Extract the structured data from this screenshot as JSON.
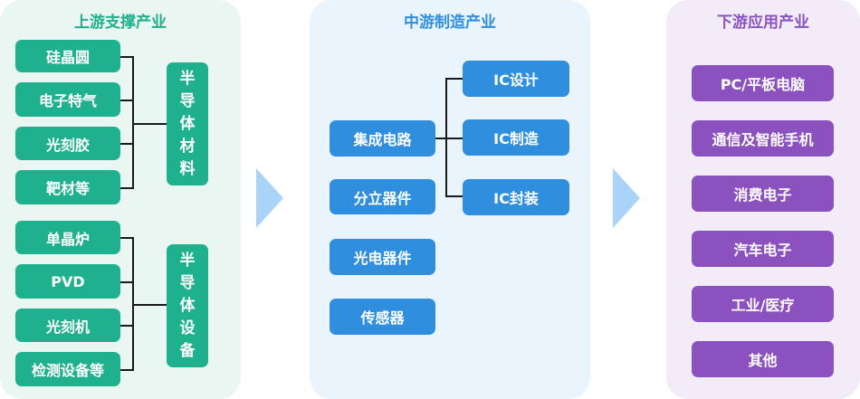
{
  "upstream": {
    "title": "上游支撑产业",
    "materials": [
      "硅晶圆",
      "电子特气",
      "光刻胶",
      "靶材等"
    ],
    "materials_group": [
      "半",
      "导",
      "体",
      "材",
      "料"
    ],
    "equipment": [
      "单晶炉",
      "PVD",
      "光刻机",
      "检测设备等"
    ],
    "equipment_group": [
      "半",
      "导",
      "体",
      "设",
      "备"
    ]
  },
  "midstream": {
    "title": "中游制造产业",
    "items": [
      "集成电路",
      "分立器件",
      "光电器件",
      "传感器"
    ],
    "ic_children": [
      "IC设计",
      "IC制造",
      "IC封装"
    ]
  },
  "downstream": {
    "title": "下游应用产业",
    "items": [
      "PC/平板电脑",
      "通信及智能手机",
      "消费电子",
      "汽车电子",
      "工业/医疗",
      "其他"
    ]
  },
  "colors": {
    "upstream": "#1fb08d",
    "midstream": "#2f8fde",
    "downstream": "#8b52bf",
    "arrow": "#a9d4f7"
  }
}
